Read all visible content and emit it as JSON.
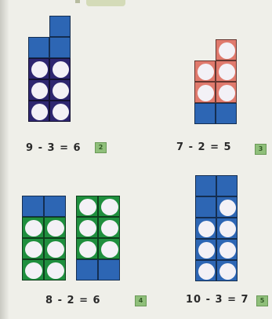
{
  "equations": [
    {
      "text": "9 - 3 = 6",
      "badge": "2"
    },
    {
      "text": "7 - 2 = 5",
      "badge": "3"
    },
    {
      "text": "8 - 2 = 6",
      "badge": "4"
    },
    {
      "text": "10 - 3 = 7",
      "badge": "5"
    }
  ],
  "colors": {
    "blue": "#2d66b4",
    "navy": "#2e2670",
    "salmon": "#e07a6d",
    "green": "#1f8f3e",
    "dot": "#f3f1f6",
    "page": "#efefe9"
  }
}
